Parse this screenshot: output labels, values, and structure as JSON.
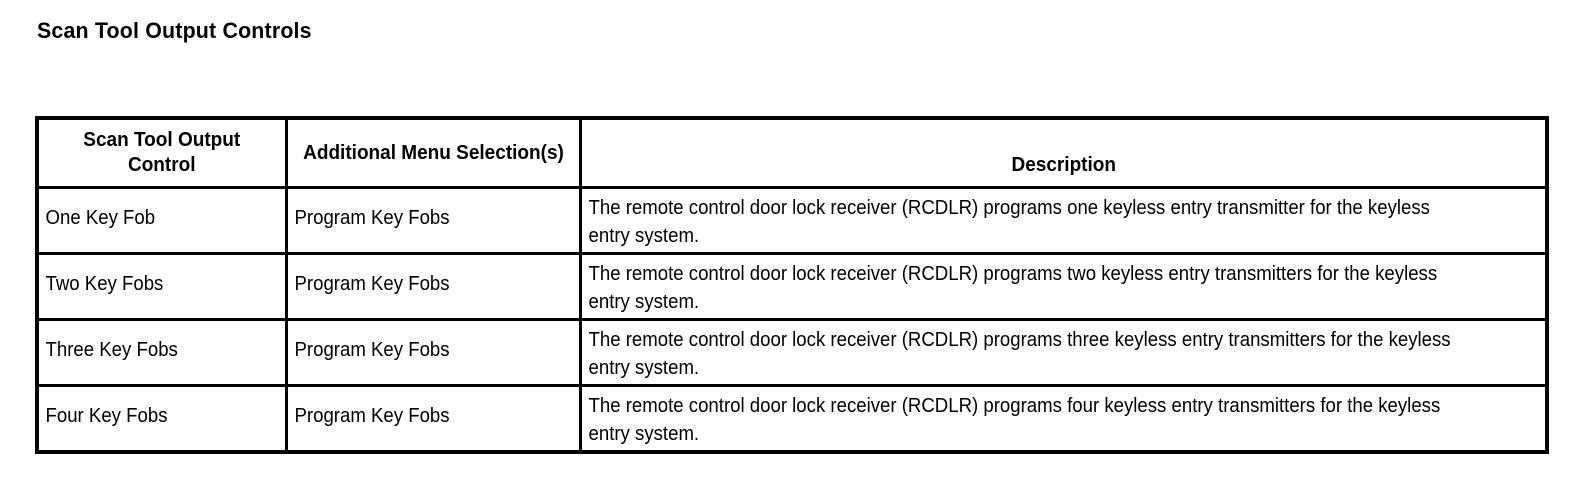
{
  "document": {
    "title": "Scan Tool Output Controls"
  },
  "table": {
    "columns": [
      {
        "id": "control",
        "header": "Scan Tool Output Control"
      },
      {
        "id": "menu",
        "header": "Additional Menu Selection(s)"
      },
      {
        "id": "description",
        "header": "Description"
      }
    ],
    "rows": [
      {
        "control": "One Key Fob",
        "menu": "Program Key Fobs",
        "description": "The remote control door lock receiver (RCDLR) programs one keyless entry transmitter for the keyless entry system."
      },
      {
        "control": "Two Key Fobs",
        "menu": "Program Key Fobs",
        "description": "The remote control door lock receiver (RCDLR) programs two keyless entry transmitters for the keyless entry system."
      },
      {
        "control": "Three Key Fobs",
        "menu": "Program Key Fobs",
        "description": "The remote control door lock receiver (RCDLR) programs three keyless entry transmitters for the keyless entry system."
      },
      {
        "control": "Four Key Fobs",
        "menu": "Program Key Fobs",
        "description": "The remote control door lock receiver (RCDLR) programs four keyless entry transmitters for the keyless entry system."
      }
    ]
  },
  "colors": {
    "background": "#ffffff",
    "text": "#000000",
    "border": "#000000"
  }
}
